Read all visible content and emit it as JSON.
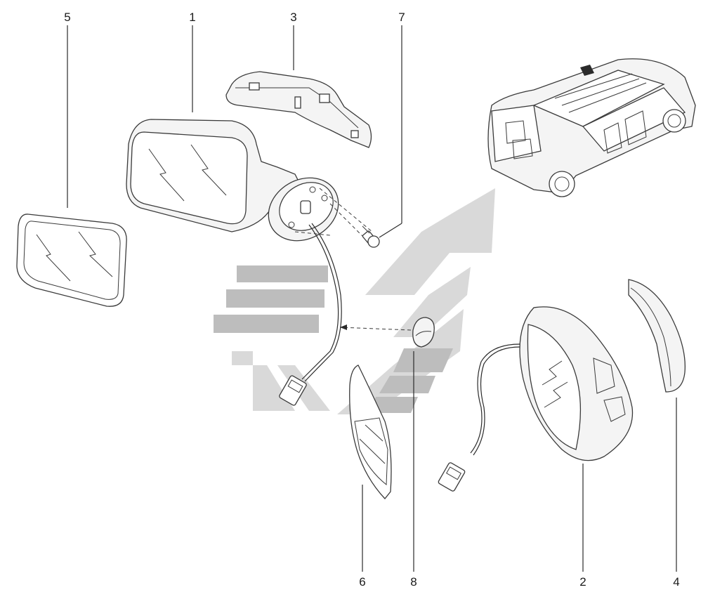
{
  "diagram": {
    "callouts": [
      {
        "id": "5",
        "label": "5"
      },
      {
        "id": "1",
        "label": "1"
      },
      {
        "id": "3",
        "label": "3"
      },
      {
        "id": "7",
        "label": "7"
      },
      {
        "id": "6",
        "label": "6"
      },
      {
        "id": "8",
        "label": "8"
      },
      {
        "id": "2",
        "label": "2"
      },
      {
        "id": "4",
        "label": "4"
      }
    ]
  }
}
